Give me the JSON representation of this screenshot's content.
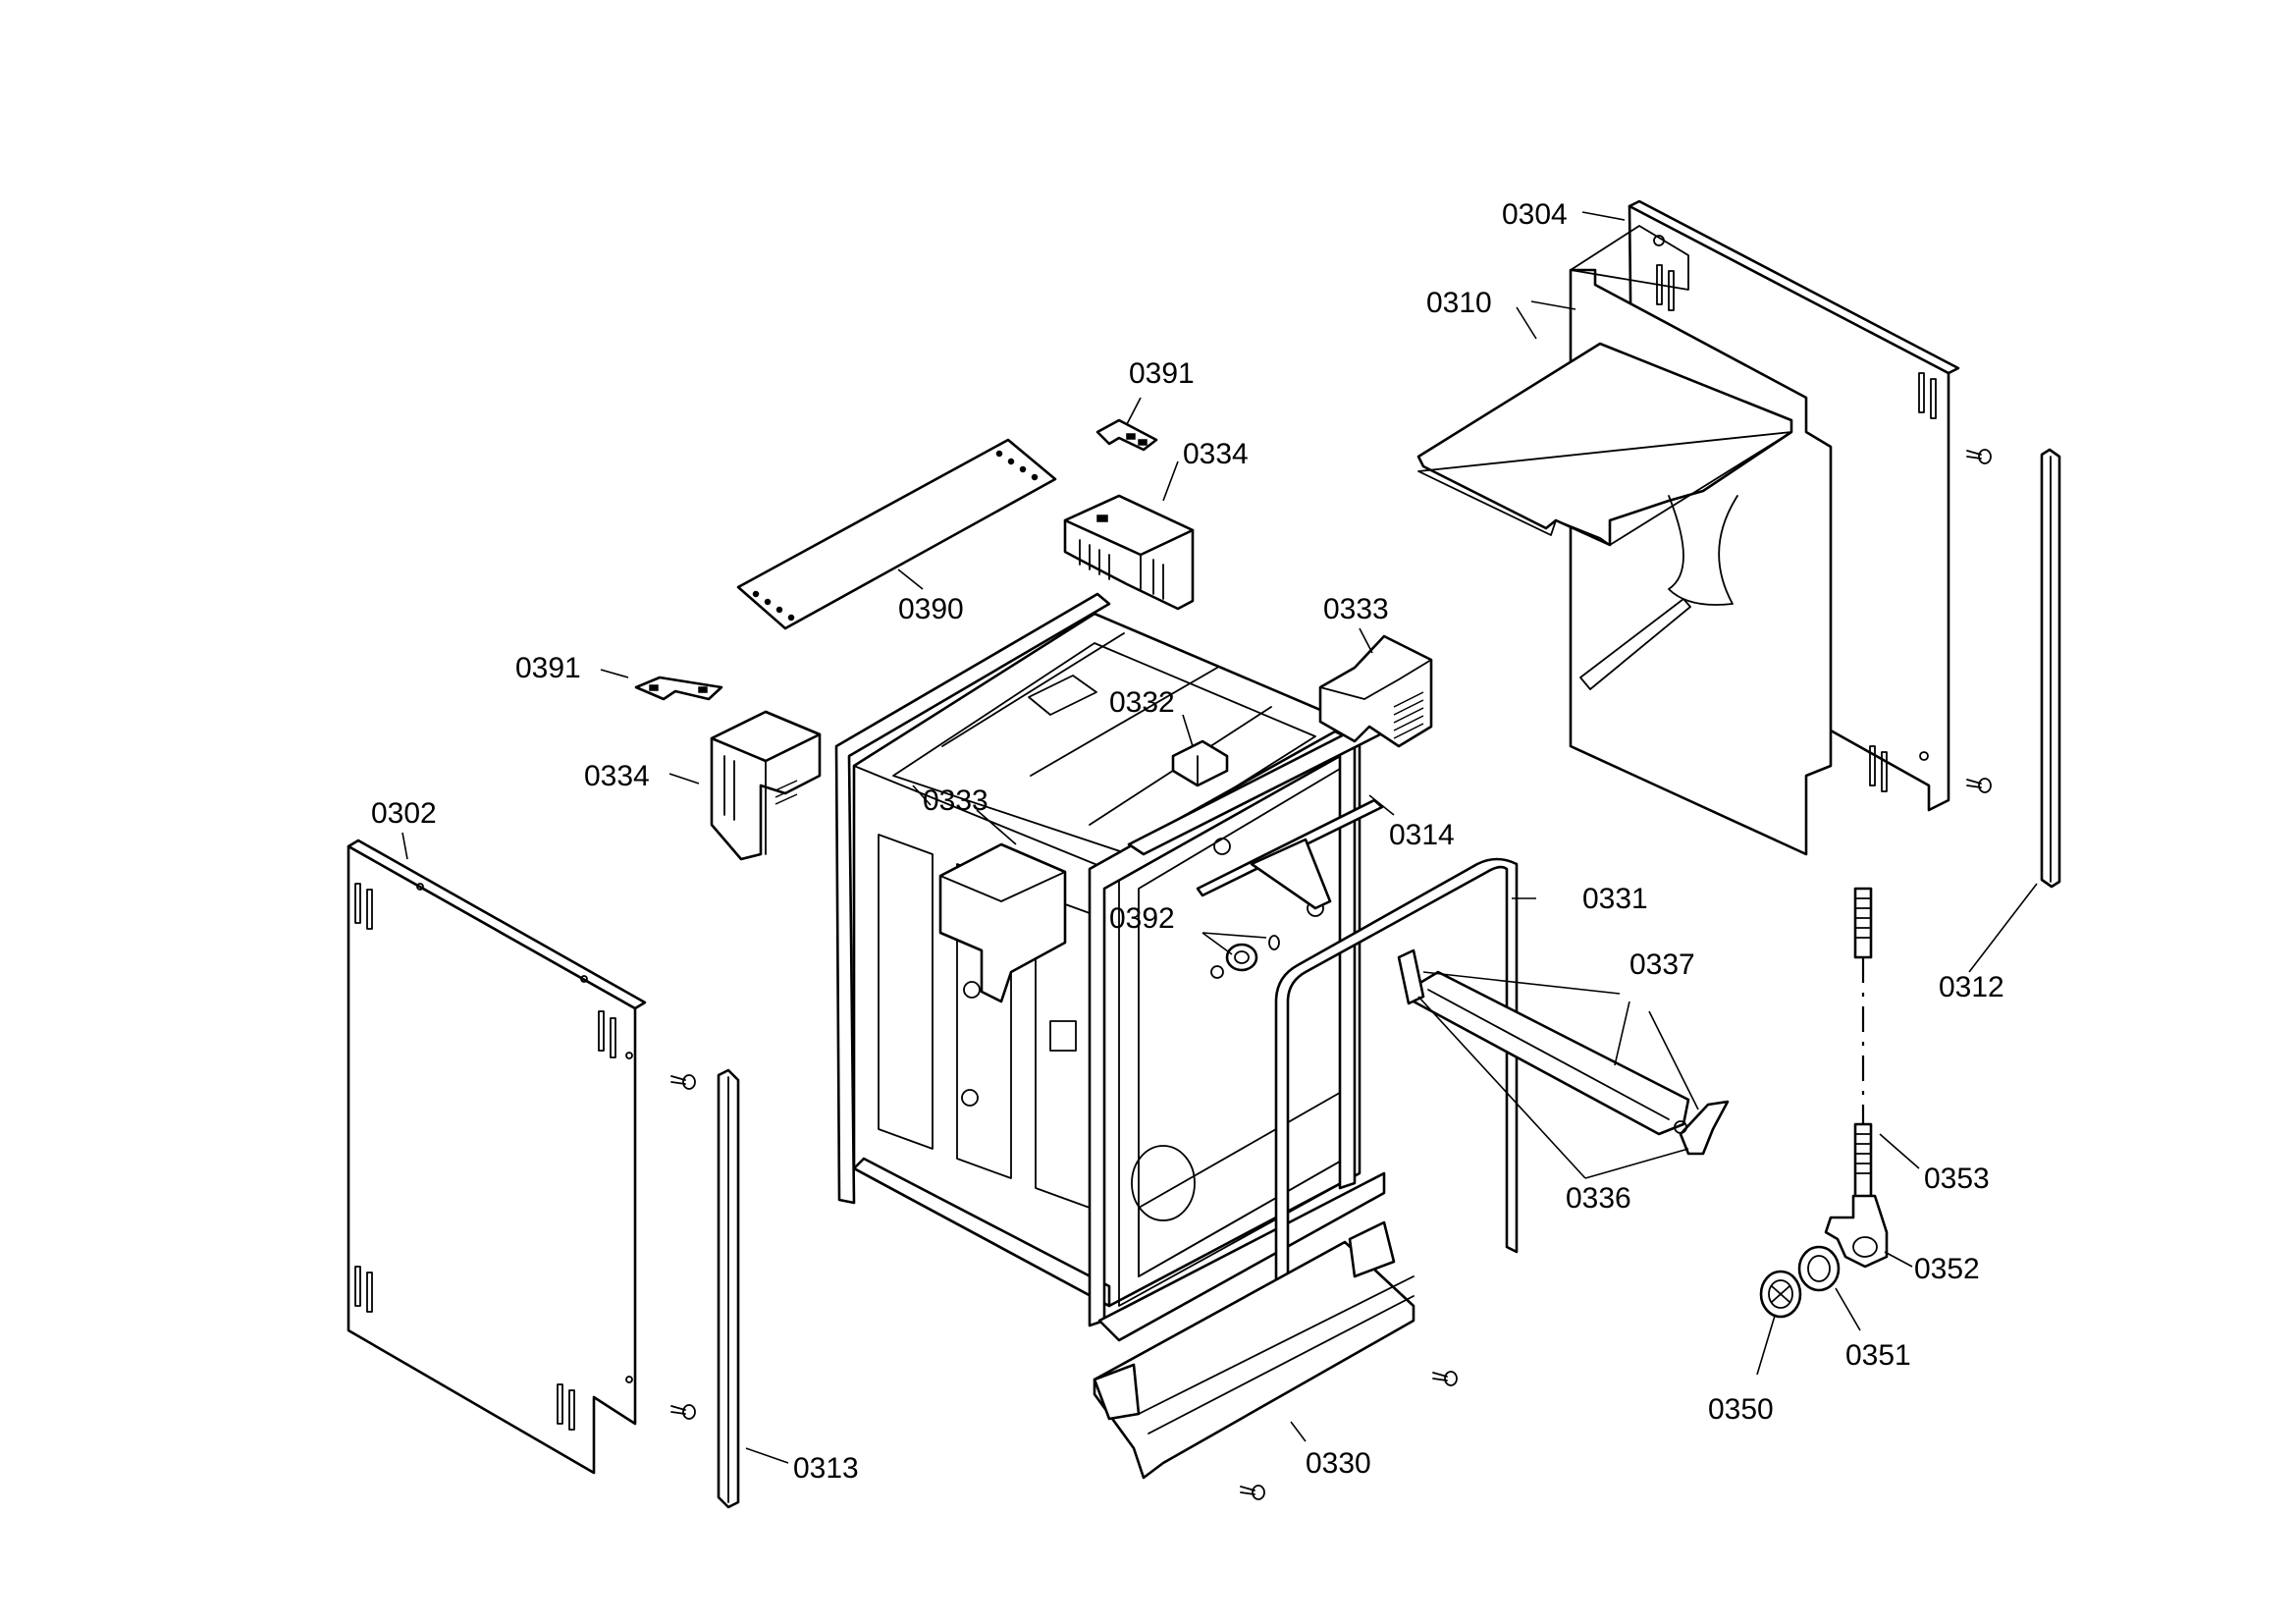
{
  "callouts": [
    {
      "id": "0304",
      "text": "0304"
    },
    {
      "id": "0310",
      "text": "0310"
    },
    {
      "id": "0391-top",
      "text": "0391"
    },
    {
      "id": "0334-top",
      "text": "0334"
    },
    {
      "id": "0390",
      "text": "0390"
    },
    {
      "id": "0333-right",
      "text": "0333"
    },
    {
      "id": "0391-left",
      "text": "0391"
    },
    {
      "id": "0332",
      "text": "0332"
    },
    {
      "id": "0334-left",
      "text": "0334"
    },
    {
      "id": "0333-left",
      "text": "0333"
    },
    {
      "id": "0314",
      "text": "0314"
    },
    {
      "id": "0302",
      "text": "0302"
    },
    {
      "id": "0331",
      "text": "0331"
    },
    {
      "id": "0392",
      "text": "0392"
    },
    {
      "id": "0337",
      "text": "0337"
    },
    {
      "id": "0312",
      "text": "0312"
    },
    {
      "id": "0353",
      "text": "0353"
    },
    {
      "id": "0336",
      "text": "0336"
    },
    {
      "id": "0352",
      "text": "0352"
    },
    {
      "id": "0351",
      "text": "0351"
    },
    {
      "id": "0350",
      "text": "0350"
    },
    {
      "id": "0313",
      "text": "0313"
    },
    {
      "id": "0330",
      "text": "0330"
    }
  ]
}
